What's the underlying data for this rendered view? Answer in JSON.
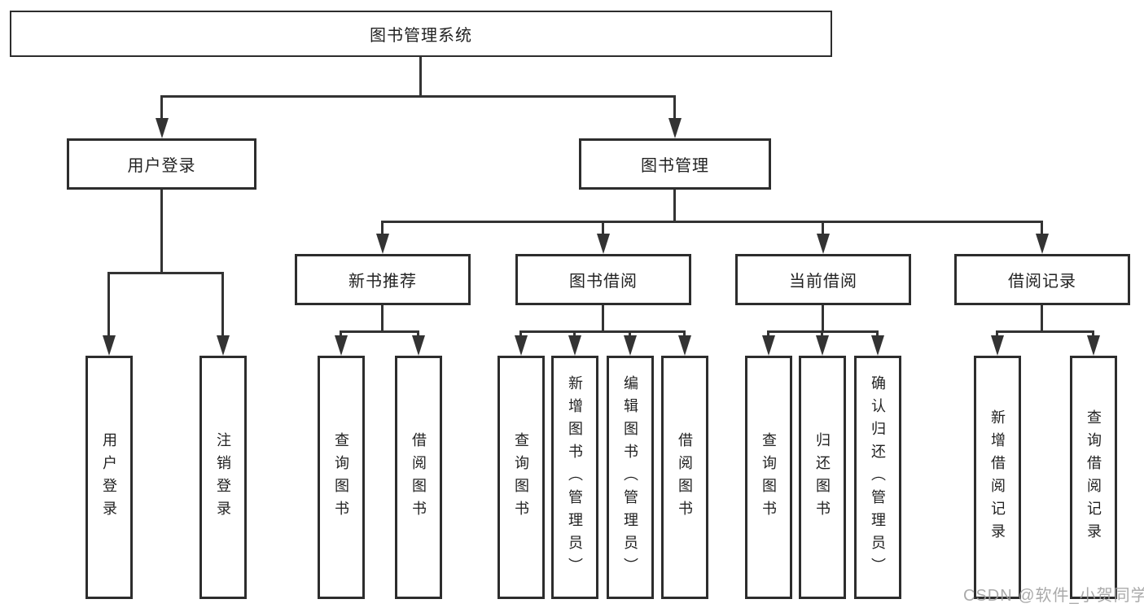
{
  "diagram": {
    "title": "图书管理系统",
    "level2": {
      "user_login": "用户登录",
      "book_management": "图书管理"
    },
    "level3": {
      "new_book_recommend": "新书推荐",
      "book_borrow": "图书借阅",
      "current_borrow": "当前借阅",
      "borrow_records": "借阅记录"
    },
    "leaves": {
      "user_login": "用户登录",
      "logout": "注销登录",
      "nb_query_books": "查询图书",
      "nb_borrow_books": "借阅图书",
      "bb_query_books": "查询图书",
      "bb_add_books": "新增图书（管理员）",
      "bb_edit_books": "编辑图书（管理员）",
      "bb_borrow_books": "借阅图书",
      "cb_query_books": "查询图书",
      "cb_return_books": "归还图书",
      "cb_confirm_return": "确认归还（管理员）",
      "br_add_record": "新增借阅记录",
      "br_query_record": "查询借阅记录"
    }
  },
  "watermark": {
    "text": "CSDN @软件_小贺同学"
  },
  "colors": {
    "line": "#333333",
    "border": "#2d2d2d",
    "text": "#222222",
    "watermark": "#9e9e9e",
    "background": "#ffffff"
  }
}
